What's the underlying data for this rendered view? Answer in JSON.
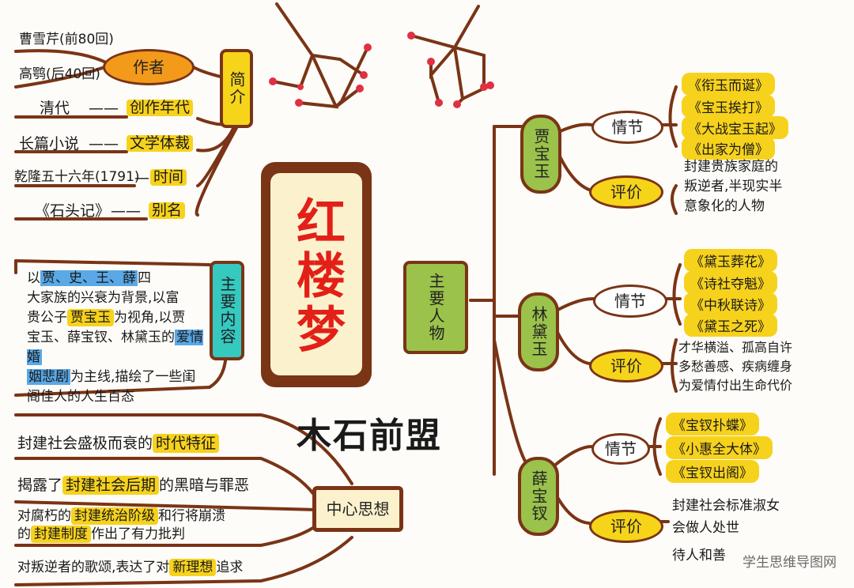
{
  "title": "红楼梦",
  "mu_shi": "木石前盟",
  "jianjie": {
    "label": "简介",
    "zuozhe_label": "作者",
    "authors": [
      "曹雪芹(前80回)",
      "高鹗(后40回)"
    ],
    "rows": [
      {
        "left": "清代",
        "right": "创作年代"
      },
      {
        "left": "长篇小说",
        "right": "文学体裁"
      },
      {
        "left": "乾隆五十六年(1791)",
        "right": "时间"
      },
      {
        "left": "《石头记》",
        "right": "别名"
      }
    ]
  },
  "neirong": {
    "label": "主要内容",
    "lines": [
      [
        "以",
        "贾、史、王、薛",
        "四"
      ],
      [
        "大家族的兴衰为背景,以富"
      ],
      [
        "贵公子",
        "贾宝玉",
        "为视角,以贾"
      ],
      [
        "宝玉、薛宝钗、林黛玉的",
        "爱情婚"
      ],
      [
        "姻悲剧",
        "为主线,描绘了一些闺"
      ],
      [
        "阁佳人的人生百态"
      ]
    ]
  },
  "sixiang": {
    "label": "中心思想",
    "lines": [
      {
        "plain": "封建社会盛极而衰的",
        "hl": "时代特征",
        "tail": ""
      },
      {
        "plain": "揭露了",
        "hl": "封建社会后期",
        "tail": "的黑暗与罪恶"
      },
      {
        "plain": "对腐朽的",
        "hl": "封建统治阶级",
        "tail": "和行将崩溃"
      },
      {
        "plain": "的",
        "hl": "封建制度",
        "tail": "作出了有力批判"
      },
      {
        "plain": "对叛逆者的歌颂,表达了对",
        "hl": "新理想",
        "tail": "追求"
      }
    ]
  },
  "renwu": {
    "label": "主要人物",
    "characters": [
      {
        "name": "贾宝玉",
        "qingjie_label": "情节",
        "pingjia_label": "评价",
        "plots": [
          "《衔玉而诞》",
          "《宝玉挨打》",
          "《大战宝玉起》",
          "《出家为僧》"
        ],
        "eval": [
          "封建贵族家庭的",
          "叛逆者,半现实半",
          "意象化的人物"
        ]
      },
      {
        "name": "林黛玉",
        "qingjie_label": "情节",
        "pingjia_label": "评价",
        "plots": [
          "《黛玉葬花》",
          "《诗社夺魁》",
          "《中秋联诗》",
          "《黛玉之死》"
        ],
        "eval": [
          "才华横溢、孤高自许",
          "多愁善感、疾病缠身",
          "为爱情付出生命代价"
        ]
      },
      {
        "name": "薛宝钗",
        "qingjie_label": "情节",
        "pingjia_label": "评价",
        "plots": [
          "《宝钗扑蝶》",
          "《小惠全大体》",
          "《宝钗出阁》"
        ],
        "eval": [
          "封建社会标准淑女",
          "会做人处世",
          "待人和善"
        ]
      }
    ]
  },
  "watermark": "学生思维导图网"
}
